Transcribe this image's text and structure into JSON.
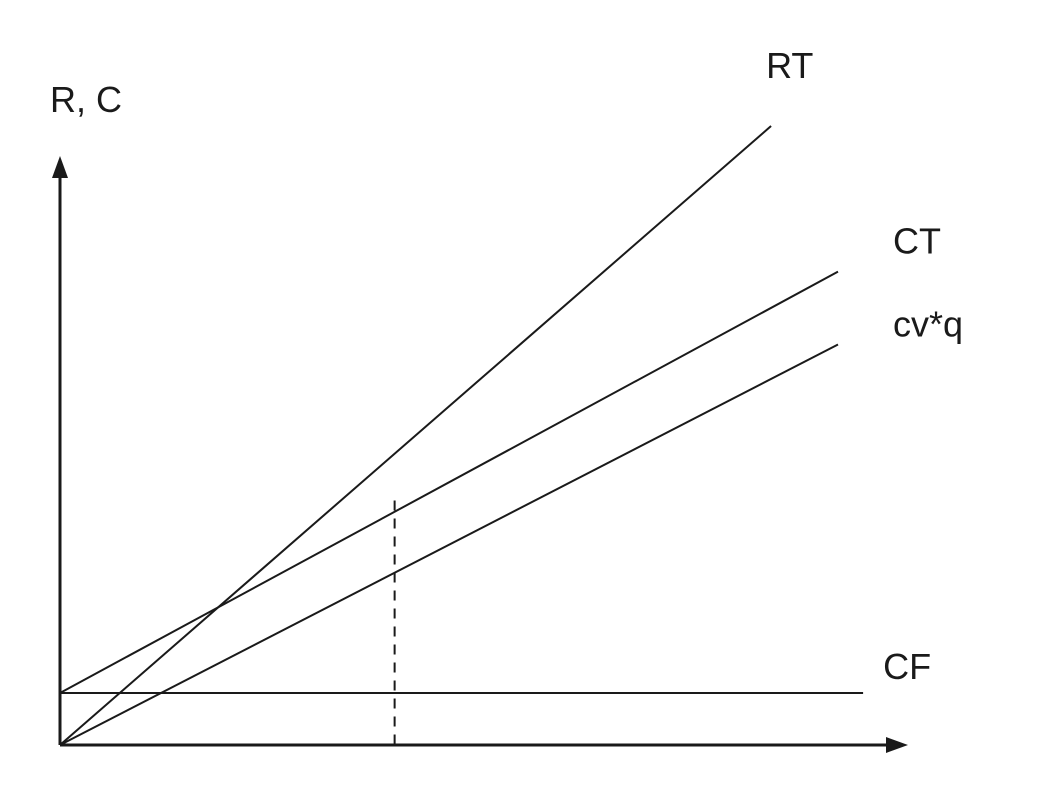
{
  "chart_data": {
    "type": "line",
    "ylabel": "R, C",
    "xlabel": "",
    "xlim": [
      0,
      10
    ],
    "ylim": [
      0,
      12
    ],
    "series": [
      {
        "name": "RT",
        "x": [
          0,
          8.5
        ],
        "y": [
          0,
          11.9
        ]
      },
      {
        "name": "CT",
        "x": [
          0,
          9.3
        ],
        "y": [
          1.0,
          9.1
        ]
      },
      {
        "name": "cv*q",
        "x": [
          0,
          9.3
        ],
        "y": [
          0,
          7.7
        ]
      },
      {
        "name": "CF",
        "x": [
          0,
          9.6
        ],
        "y": [
          1.0,
          1.0
        ]
      }
    ],
    "break_even": {
      "x": 4.0,
      "y": 4.7
    }
  }
}
